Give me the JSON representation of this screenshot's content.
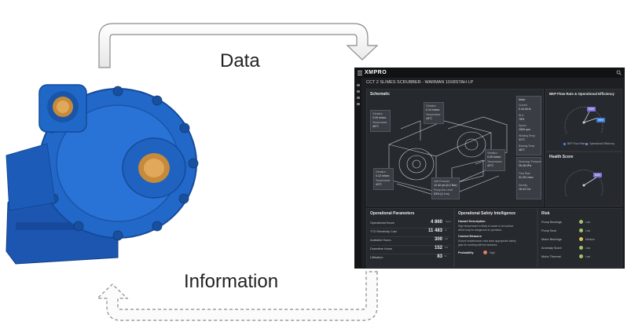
{
  "diagram": {
    "top_label": "Data",
    "bottom_label": "Information"
  },
  "dashboard": {
    "brand": "XMPRO",
    "title": "CCT 2 SLIMES SCRUBBER - WARMAN 10X8STAH LP",
    "schematic": {
      "title": "Schematic",
      "motor_panel": {
        "title": "Motor",
        "items": [
          {
            "label": "Current",
            "value": "0.44 A/Hz"
          },
          {
            "label": "RLA",
            "value": "76%"
          },
          {
            "label": "Speed",
            "value": "1500 rpm"
          },
          {
            "label": "Winding Temp",
            "value": "31°C"
          },
          {
            "label": "Bearing Temp",
            "value": "48°C"
          }
        ]
      },
      "discharge_panel": {
        "items": [
          {
            "label": "Discharge Pressure",
            "value": "26.48 kPa"
          },
          {
            "label": "Flow Rate",
            "value": "31.28 L/sec"
          },
          {
            "label": "Density",
            "value": "18.44 Cw"
          }
        ]
      },
      "callouts": [
        {
          "items": [
            {
              "label": "Vibration",
              "value": "0.26 in/sec"
            },
            {
              "label": "Temperature",
              "value": "46°C"
            }
          ]
        },
        {
          "items": [
            {
              "label": "Vibration",
              "value": "0.14 in/sec"
            },
            {
              "label": "Temperature",
              "value": "44°C"
            }
          ]
        },
        {
          "items": [
            {
              "label": "Vibration",
              "value": "0.12 in/sec"
            },
            {
              "label": "Temperature",
              "value": "43°C"
            }
          ]
        },
        {
          "items": [
            {
              "label": "Vibration",
              "value": "0.09 in/sec"
            },
            {
              "label": "Temperature",
              "value": "42°C"
            }
          ]
        },
        {
          "items": [
            {
              "label": "Inlet Pressure",
              "value": "12.42 psi (0.2 Bar)"
            },
            {
              "label": "Pump Box Level",
              "value": "63% (1.1 m)"
            }
          ]
        }
      ]
    },
    "bep": {
      "title": "BEP Flow Rate & Operational Efficiency",
      "badges": [
        "90%",
        "99%"
      ],
      "legend": [
        "BEP Flow Rate",
        "Operational Efficiency"
      ]
    },
    "health": {
      "title": "Health Score",
      "badge": "84%"
    },
    "operational": {
      "title": "Operational Parameters",
      "rows": [
        {
          "label": "Operational Hours",
          "value": "4 860",
          "unit": "hours"
        },
        {
          "label": "YTD Electricity Cost",
          "value": "11 483",
          "unit": "$"
        },
        {
          "label": "Available Hours",
          "value": "300",
          "unit": "hrs"
        },
        {
          "label": "Downtime Hours",
          "value": "152",
          "unit": "hrs"
        },
        {
          "label": "Utilisation",
          "value": "83",
          "unit": "%"
        }
      ]
    },
    "safety": {
      "title": "Operational Safety Intelligence",
      "hazard_title": "Hazard Description",
      "hazard_text_1": "High temperature is likely to cause a hot surface",
      "hazard_text_2": "which may be dangerous to operators.",
      "control_title": "Control Measure",
      "control_text_1": "Ensure maintenance crew wear appropriate safety",
      "control_text_2": "gear for working with hot surfaces.",
      "probability_label": "Probability",
      "probability_value": "High"
    },
    "risk": {
      "title": "Risk",
      "rows": [
        {
          "label": "Pump Bearings",
          "level": "Low",
          "color": "#a3c46b"
        },
        {
          "label": "Pump Seal",
          "level": "Low",
          "color": "#a3c46b"
        },
        {
          "label": "Motor Bearings",
          "level": "Medium",
          "color": "#e0c25a"
        },
        {
          "label": "Anomaly Score",
          "level": "Low",
          "color": "#a3c46b"
        },
        {
          "label": "Motor Thermal",
          "level": "Low",
          "color": "#a3c46b"
        }
      ]
    },
    "colors": {
      "background": "#1d1f22",
      "panel": "#26292d",
      "badge_blue": "#3f7fd8",
      "badge_purple": "#7f74d6",
      "probability_dot": "#e07a6a",
      "pump_blue": "#1f5fbf",
      "bronze": "#c68a3a"
    }
  }
}
